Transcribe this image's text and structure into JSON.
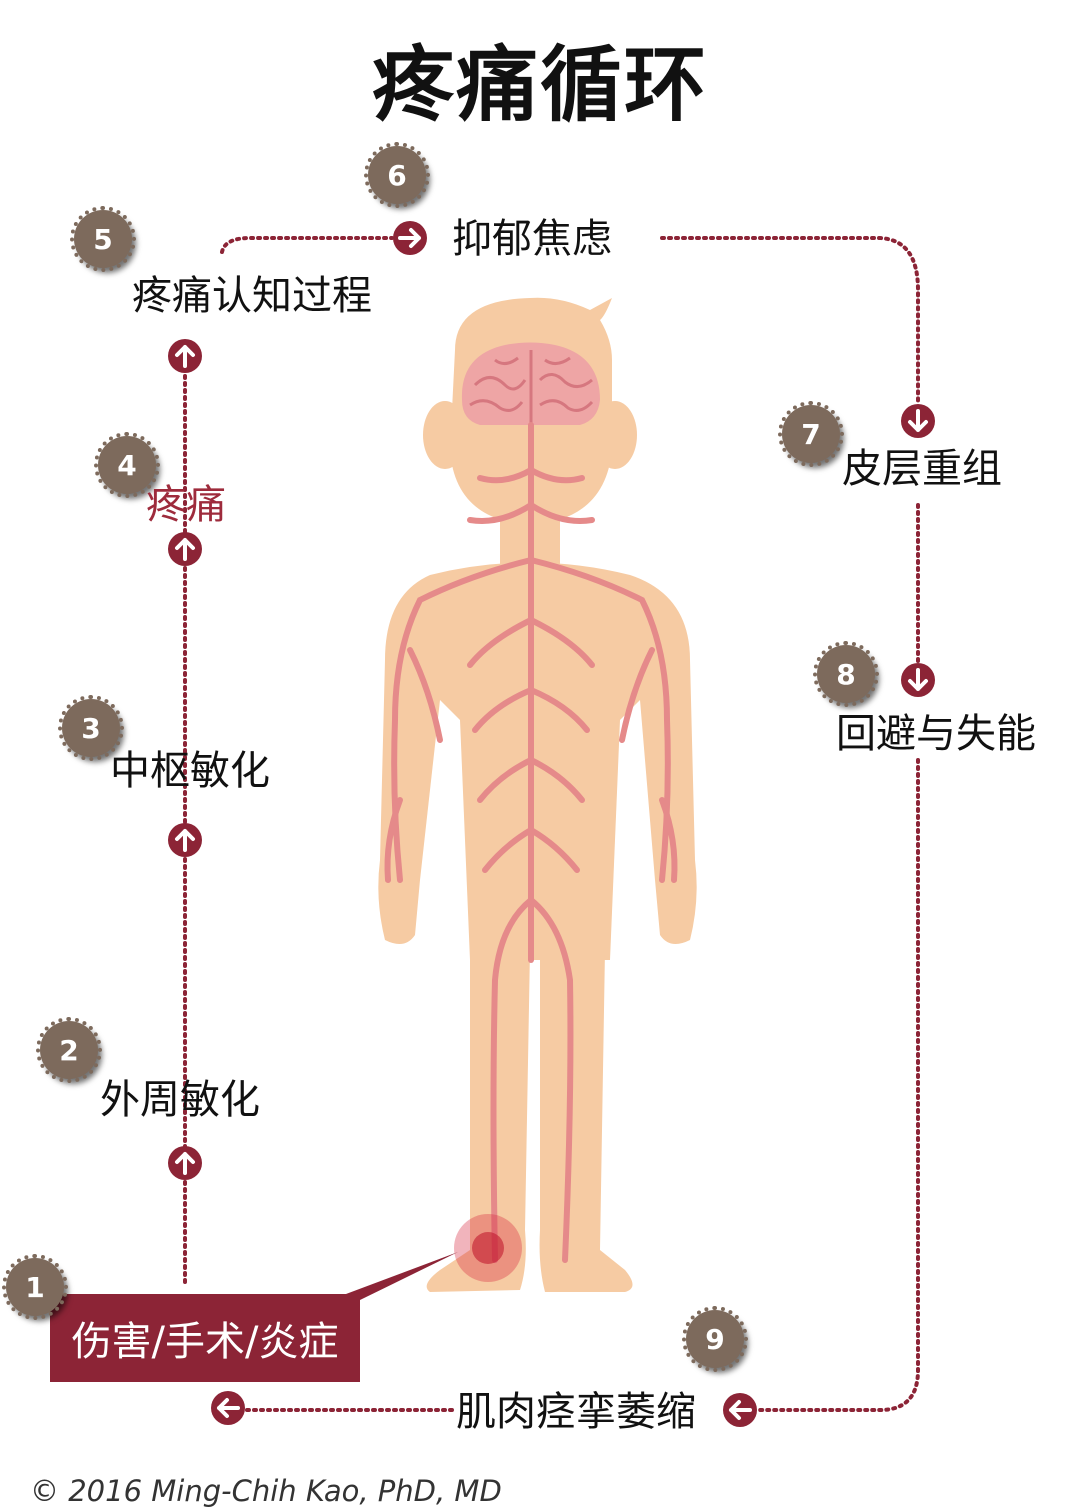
{
  "title": "疼痛循环",
  "steps": [
    {
      "num": "1",
      "label": "伤害/手术/炎症"
    },
    {
      "num": "2",
      "label": "外周敏化"
    },
    {
      "num": "3",
      "label": "中枢敏化"
    },
    {
      "num": "4",
      "label": "疼痛"
    },
    {
      "num": "5",
      "label": "疼痛认知过程"
    },
    {
      "num": "6",
      "label": "抑郁焦虑"
    },
    {
      "num": "7",
      "label": "皮层重组"
    },
    {
      "num": "8",
      "label": "回避与失能"
    },
    {
      "num": "9",
      "label": "肌肉痉挛萎缩"
    }
  ],
  "copyright": "© 2016 Ming-Chih Kao, PhD, MD",
  "colors": {
    "accent": "#8c2436",
    "badge": "#7d6a5c",
    "skin": "#f6cba3",
    "nerve": "#e58a8a",
    "brain": "#eea5a5"
  }
}
